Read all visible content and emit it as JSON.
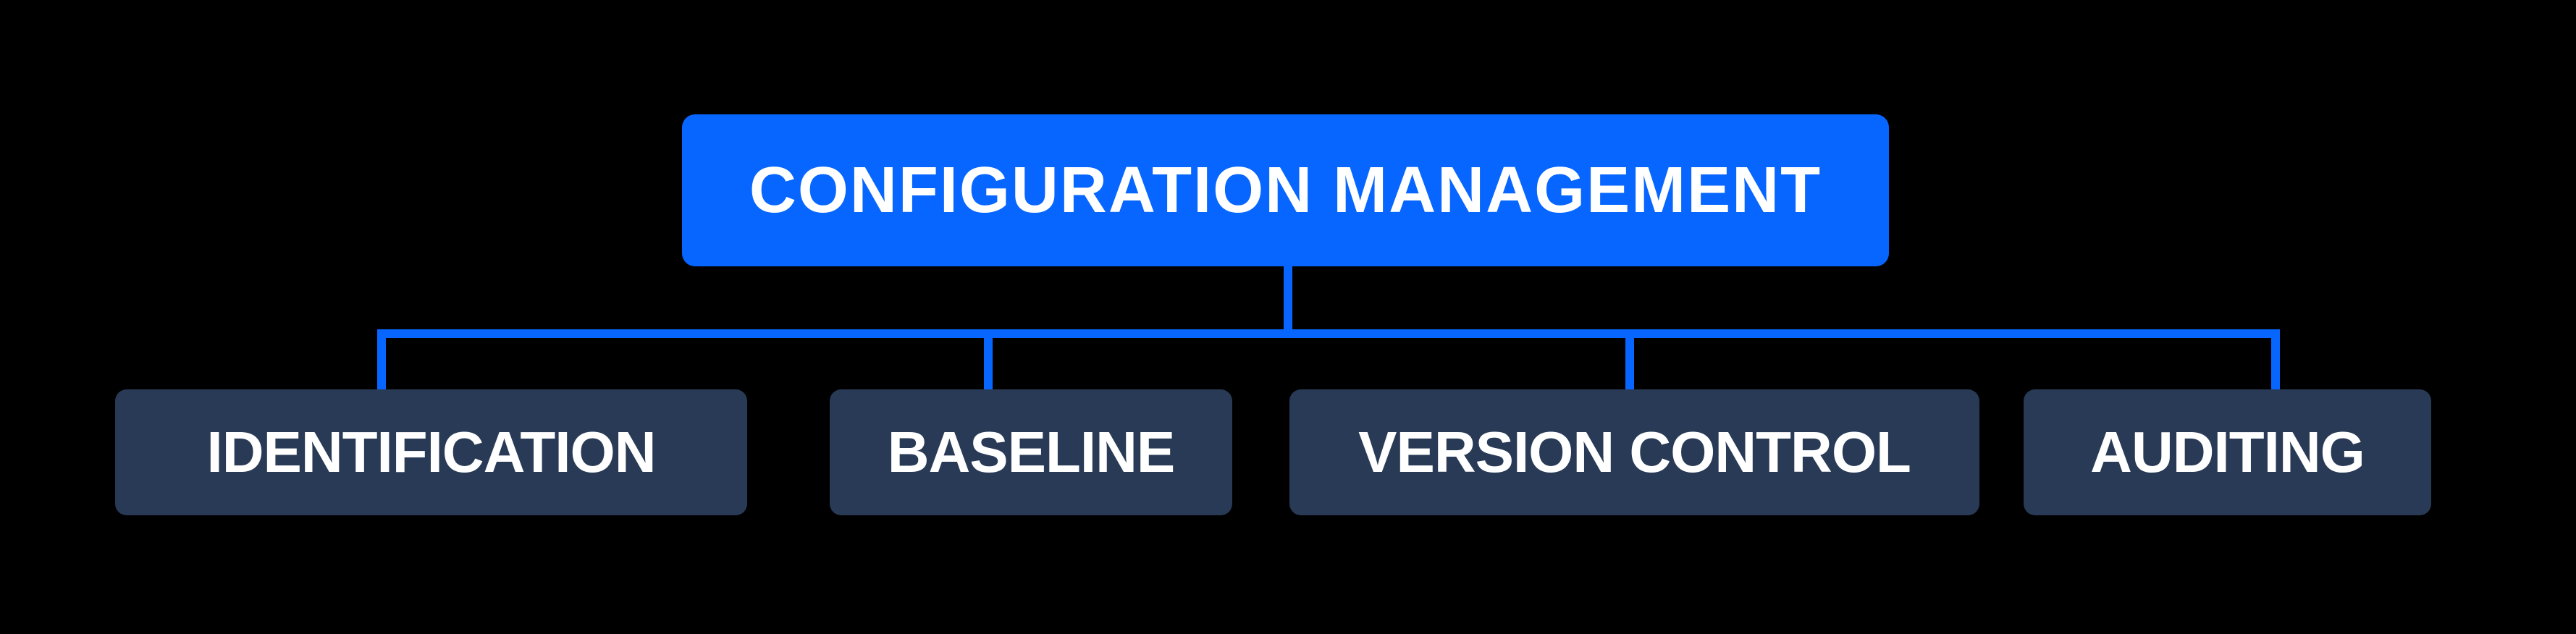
{
  "diagram": {
    "root": {
      "label": "CONFIGURATION MANAGEMENT"
    },
    "children": [
      {
        "label": "IDENTIFICATION"
      },
      {
        "label": "BASELINE"
      },
      {
        "label": "VERSION CONTROL"
      },
      {
        "label": "AUDITING"
      }
    ]
  },
  "colors": {
    "background": "#000000",
    "root_box": "#0666FF",
    "connector": "#0666FF",
    "child_box": "#293A56",
    "text": "#FFFFFF"
  }
}
